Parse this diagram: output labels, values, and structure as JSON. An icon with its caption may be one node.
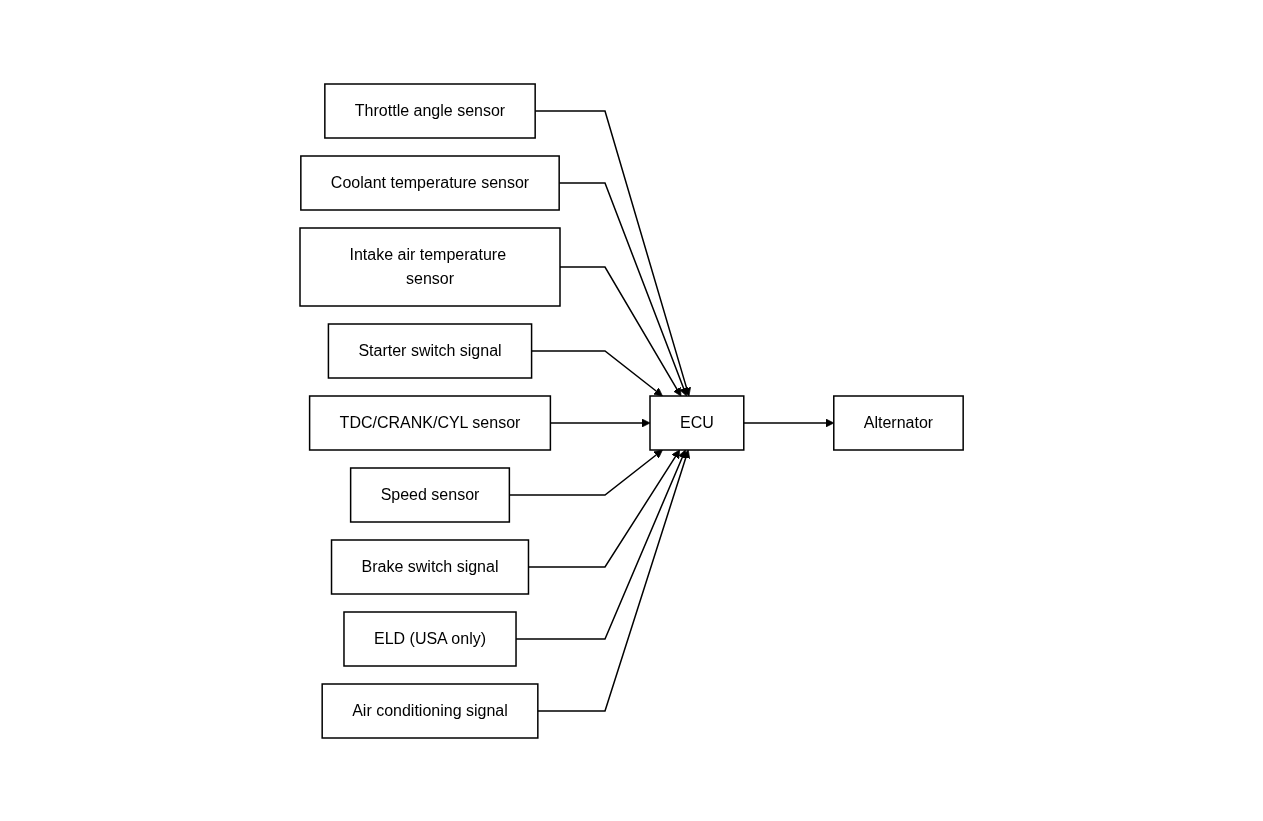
{
  "diagram": {
    "nodes": [
      {
        "text": [
          "Throttle angle sensor"
        ]
      },
      {
        "text": [
          "Coolant temperature sensor"
        ]
      },
      {
        "text": [
          "Intake air temperature sensor"
        ]
      },
      {
        "text": [
          "Starter switch signal"
        ]
      },
      {
        "text": [
          "TDC/CRANK/CYL sensor"
        ]
      },
      {
        "text": [
          "Speed sensor"
        ]
      },
      {
        "text": [
          "Brake switch signal"
        ]
      },
      {
        "text": [
          "ELD (USA only)"
        ]
      },
      {
        "text": [
          "Air conditioning signal"
        ]
      },
      {
        "text": [
          "ECU"
        ]
      },
      {
        "text": [
          "Alternator"
        ]
      }
    ],
    "edges": [
      {
        "from": 0,
        "to": 9,
        "arrow": "to"
      },
      {
        "from": 1,
        "to": 9,
        "arrow": "to"
      },
      {
        "from": 2,
        "to": 9,
        "arrow": "to"
      },
      {
        "from": 3,
        "to": 9,
        "arrow": "to"
      },
      {
        "from": 4,
        "to": 9,
        "arrow": "to"
      },
      {
        "from": 5,
        "to": 9,
        "arrow": "to"
      },
      {
        "from": 6,
        "to": 9,
        "arrow": "to"
      },
      {
        "from": 7,
        "to": 9,
        "arrow": "to"
      },
      {
        "from": 8,
        "to": 9,
        "arrow": "to"
      },
      {
        "from": 9,
        "to": 10,
        "arrow": "to"
      }
    ]
  }
}
